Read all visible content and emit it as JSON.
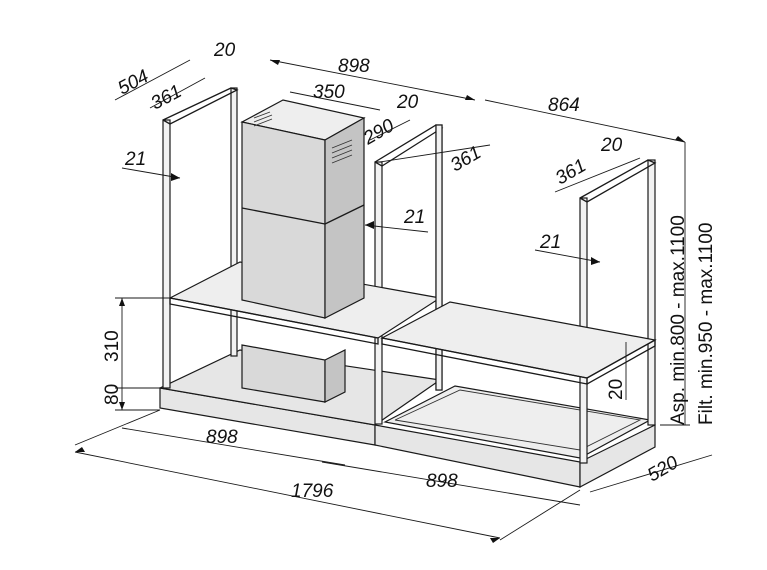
{
  "dimensions": {
    "d504": "504",
    "d361_left": "361",
    "d20_top_left": "20",
    "d898_top": "898",
    "d350": "350",
    "d20_top_mid": "20",
    "d290": "290",
    "d864": "864",
    "d361_mid": "361",
    "d20_top_right": "20",
    "d361_right": "361",
    "d21_left": "21",
    "d21_mid": "21",
    "d21_right": "21",
    "d310": "310",
    "d80": "80",
    "d20_right_shelf": "20",
    "d898_bottom_left": "898",
    "d898_bottom_right": "898",
    "d1796": "1796",
    "d520": "520",
    "asp_range": "Asp. min.800 - max.1100",
    "filt_range": "Filt. min.950 - max.1100"
  }
}
